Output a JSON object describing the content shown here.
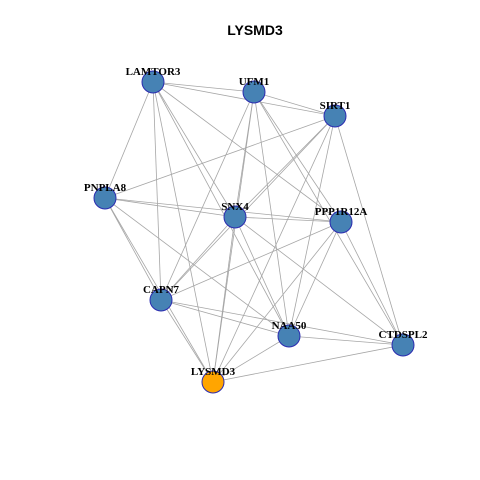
{
  "title": "LYSMD3",
  "colors": {
    "node_fill": "#4682b4",
    "focus_fill": "#ffa500",
    "node_stroke": "#2b2bb0",
    "edge": "#a6a6a6"
  },
  "nodes": [
    {
      "id": "LAMTOR3",
      "label": "LAMTOR3",
      "focus": false
    },
    {
      "id": "UFM1",
      "label": "UFM1",
      "focus": false
    },
    {
      "id": "SIRT1",
      "label": "SIRT1",
      "focus": false
    },
    {
      "id": "PNPLA8",
      "label": "PNPLA8",
      "focus": false
    },
    {
      "id": "SNX4",
      "label": "SNX4",
      "focus": false
    },
    {
      "id": "PPP1R12A",
      "label": "PPP1R12A",
      "focus": false
    },
    {
      "id": "CAPN7",
      "label": "CAPN7",
      "focus": false
    },
    {
      "id": "NAA50",
      "label": "NAA50",
      "focus": false
    },
    {
      "id": "CTDSPL2",
      "label": "CTDSPL2",
      "focus": false
    },
    {
      "id": "LYSMD3",
      "label": "LYSMD3",
      "focus": true
    }
  ],
  "edges": [
    [
      "LAMTOR3",
      "UFM1"
    ],
    [
      "LAMTOR3",
      "SIRT1"
    ],
    [
      "LAMTOR3",
      "PNPLA8"
    ],
    [
      "LAMTOR3",
      "SNX4"
    ],
    [
      "LAMTOR3",
      "PPP1R12A"
    ],
    [
      "LAMTOR3",
      "CAPN7"
    ],
    [
      "LAMTOR3",
      "NAA50"
    ],
    [
      "LAMTOR3",
      "LYSMD3"
    ],
    [
      "UFM1",
      "SIRT1"
    ],
    [
      "UFM1",
      "SNX4"
    ],
    [
      "UFM1",
      "PPP1R12A"
    ],
    [
      "UFM1",
      "CAPN7"
    ],
    [
      "UFM1",
      "NAA50"
    ],
    [
      "UFM1",
      "LYSMD3"
    ],
    [
      "UFM1",
      "CTDSPL2"
    ],
    [
      "SIRT1",
      "PNPLA8"
    ],
    [
      "SIRT1",
      "SNX4"
    ],
    [
      "SIRT1",
      "CAPN7"
    ],
    [
      "SIRT1",
      "NAA50"
    ],
    [
      "SIRT1",
      "LYSMD3"
    ],
    [
      "SIRT1",
      "CTDSPL2"
    ],
    [
      "PNPLA8",
      "SNX4"
    ],
    [
      "PNPLA8",
      "PPP1R12A"
    ],
    [
      "PNPLA8",
      "CAPN7"
    ],
    [
      "PNPLA8",
      "NAA50"
    ],
    [
      "PNPLA8",
      "LYSMD3"
    ],
    [
      "SNX4",
      "PPP1R12A"
    ],
    [
      "SNX4",
      "CAPN7"
    ],
    [
      "SNX4",
      "NAA50"
    ],
    [
      "SNX4",
      "LYSMD3"
    ],
    [
      "SNX4",
      "CTDSPL2"
    ],
    [
      "PPP1R12A",
      "CAPN7"
    ],
    [
      "PPP1R12A",
      "NAA50"
    ],
    [
      "PPP1R12A",
      "LYSMD3"
    ],
    [
      "PPP1R12A",
      "CTDSPL2"
    ],
    [
      "CAPN7",
      "NAA50"
    ],
    [
      "CAPN7",
      "LYSMD3"
    ],
    [
      "CAPN7",
      "CTDSPL2"
    ],
    [
      "NAA50",
      "LYSMD3"
    ],
    [
      "NAA50",
      "CTDSPL2"
    ],
    [
      "LYSMD3",
      "CTDSPL2"
    ]
  ]
}
